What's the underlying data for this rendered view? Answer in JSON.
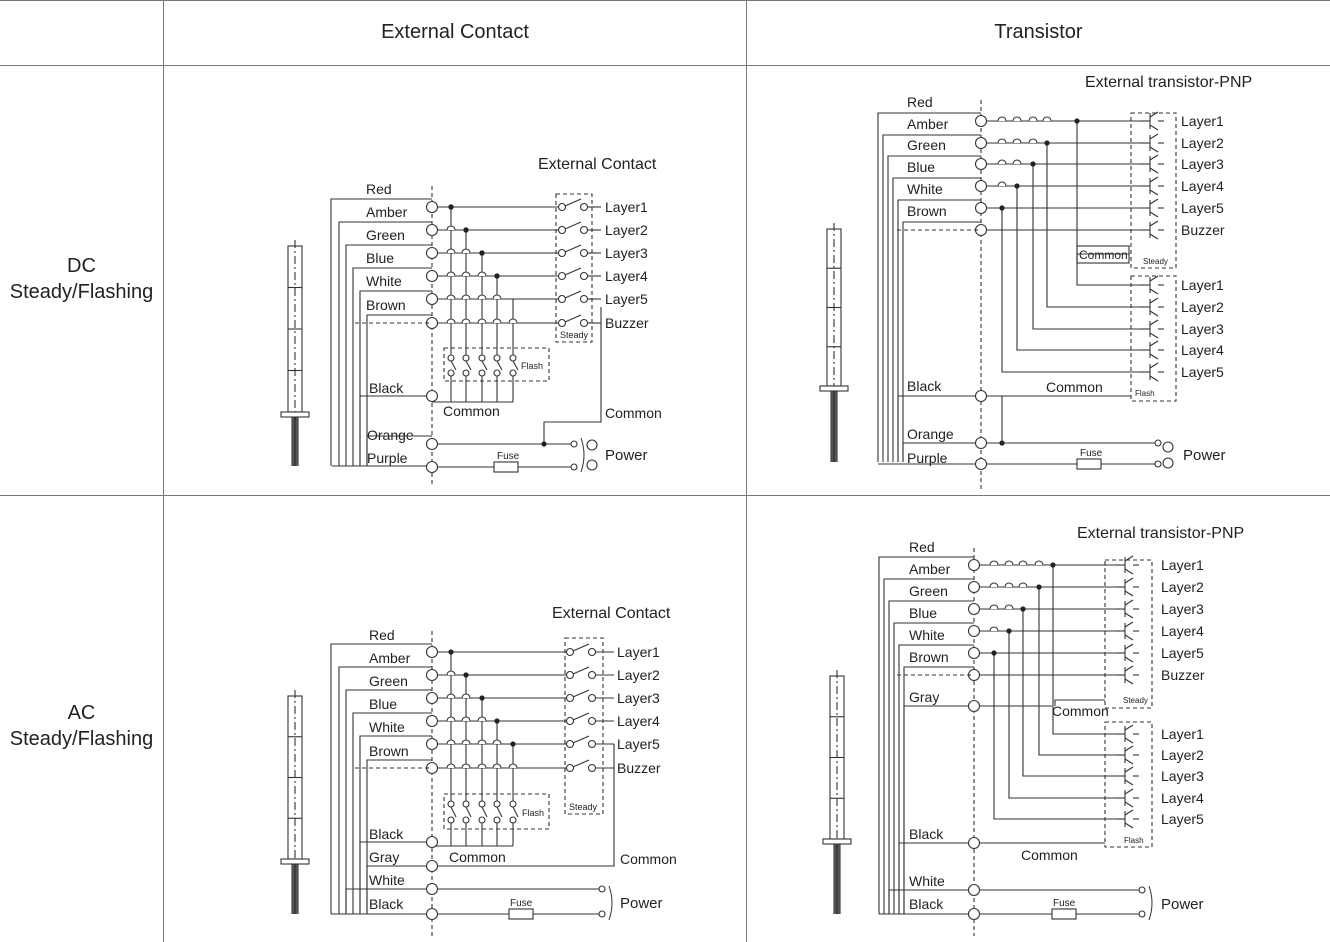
{
  "header": {
    "col1": "External Contact",
    "col2": "Transistor"
  },
  "rows": {
    "dc": {
      "line1": "DC",
      "line2": "Steady/Flashing"
    },
    "ac": {
      "line1": "AC",
      "line2": "Steady/Flashing"
    }
  },
  "dc_contact": {
    "title": "External Contact",
    "wires": [
      "Red",
      "Amber",
      "Green",
      "Blue",
      "White",
      "Brown"
    ],
    "black": "Black",
    "orange": "Orange",
    "purple": "Purple",
    "layers": [
      "Layer1",
      "Layer2",
      "Layer3",
      "Layer4",
      "Layer5",
      "Buzzer"
    ],
    "steady": "Steady",
    "flash": "Flash",
    "common": "Common",
    "common2": "Common",
    "fuse": "Fuse",
    "power": "Power"
  },
  "dc_transistor": {
    "title": "External transistor-PNP",
    "wires": [
      "Red",
      "Amber",
      "Green",
      "Blue",
      "White",
      "Brown"
    ],
    "black": "Black",
    "orange": "Orange",
    "purple": "Purple",
    "layers_steady": [
      "Layer1",
      "Layer2",
      "Layer3",
      "Layer4",
      "Layer5",
      "Buzzer"
    ],
    "layers_flash": [
      "Layer1",
      "Layer2",
      "Layer3",
      "Layer4",
      "Layer5"
    ],
    "steady": "Steady",
    "flash": "Flash",
    "common": "Common",
    "common2": "Common",
    "fuse": "Fuse",
    "power": "Power"
  },
  "ac_contact": {
    "title": "External Contact",
    "wires": [
      "Red",
      "Amber",
      "Green",
      "Blue",
      "White",
      "Brown"
    ],
    "black": "Black",
    "gray": "Gray",
    "white2": "White",
    "black2": "Black",
    "layers": [
      "Layer1",
      "Layer2",
      "Layer3",
      "Layer4",
      "Layer5",
      "Buzzer"
    ],
    "steady": "Steady",
    "flash": "Flash",
    "common": "Common",
    "common2": "Common",
    "fuse": "Fuse",
    "power": "Power"
  },
  "ac_transistor": {
    "title": "External transistor-PNP",
    "wires": [
      "Red",
      "Amber",
      "Green",
      "Blue",
      "White",
      "Brown"
    ],
    "gray": "Gray",
    "black": "Black",
    "white2": "White",
    "black2": "Black",
    "layers_steady": [
      "Layer1",
      "Layer2",
      "Layer3",
      "Layer4",
      "Layer5",
      "Buzzer"
    ],
    "layers_flash": [
      "Layer1",
      "Layer2",
      "Layer3",
      "Layer4",
      "Layer5"
    ],
    "steady": "Steady",
    "flash": "Flash",
    "common": "Common",
    "common2": "Common",
    "fuse": "Fuse",
    "power": "Power"
  }
}
